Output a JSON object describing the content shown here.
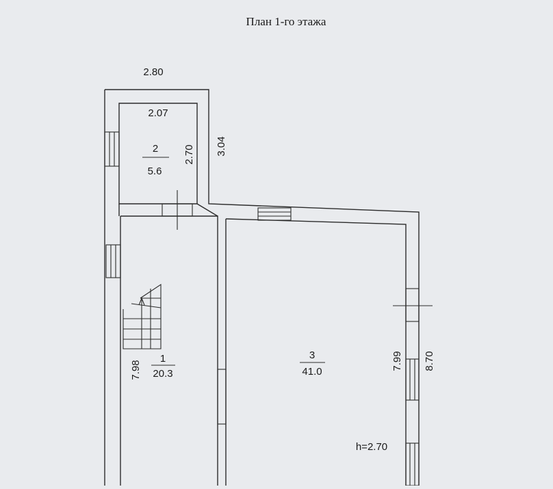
{
  "title": "План 1-го этажа",
  "dimensions": {
    "top_width": "2.80",
    "room2_inner_width": "2.07",
    "room2_height": "2.70",
    "room2_outer_height": "3.04",
    "left_height": "7.98",
    "right_inner_height": "7.99",
    "right_outer_height": "8.70"
  },
  "rooms": [
    {
      "number": "1",
      "area": "20.3"
    },
    {
      "number": "2",
      "area": "5.6"
    },
    {
      "number": "3",
      "area": "41.0"
    }
  ],
  "ceiling_height": "h=2.70"
}
